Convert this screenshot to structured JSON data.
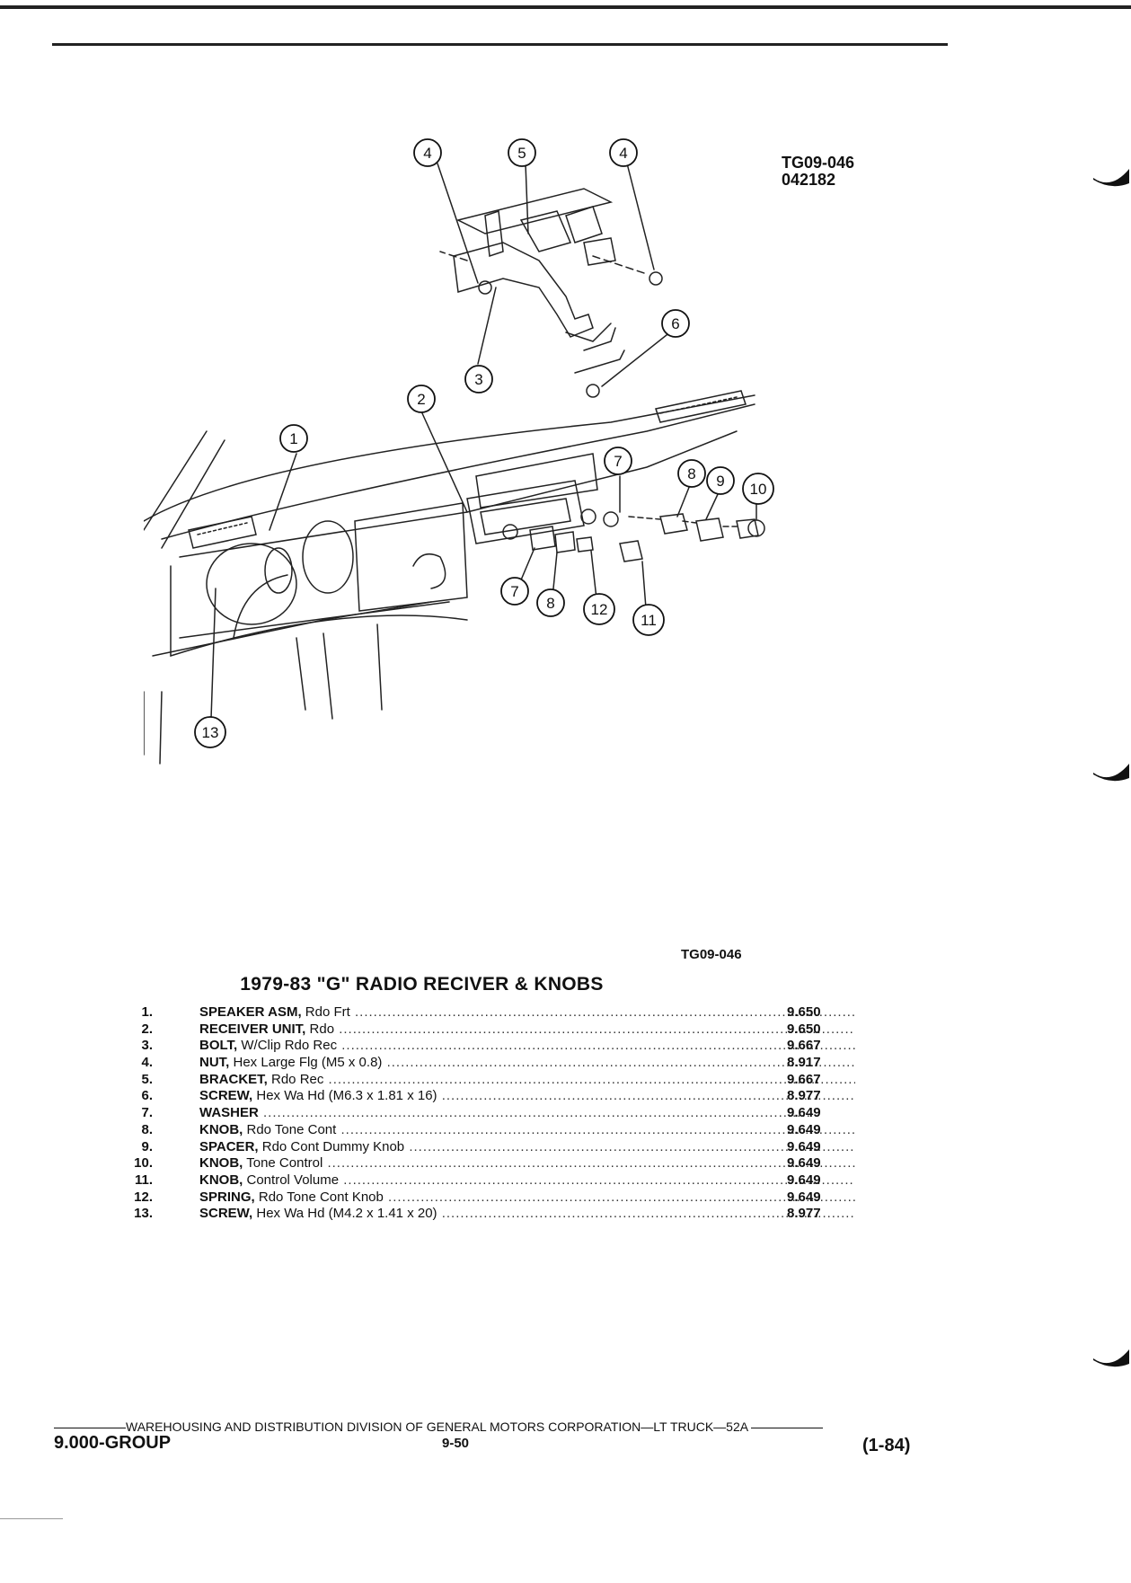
{
  "drawing": {
    "code": "TG09-046",
    "date_code": "042182",
    "callouts": [
      "1",
      "2",
      "3",
      "4",
      "4",
      "5",
      "6",
      "7",
      "7",
      "8",
      "8",
      "9",
      "10",
      "11",
      "12",
      "13"
    ]
  },
  "figure_ref": "TG09-046",
  "title": "1979-83 \"G\" RADIO RECIVER & KNOBS",
  "parts": [
    {
      "num": "1.",
      "name": "SPEAKER ASM,",
      "desc": " Rdo Frt",
      "value": "9.650"
    },
    {
      "num": "2.",
      "name": "RECEIVER UNIT,",
      "desc": " Rdo",
      "value": "9.650"
    },
    {
      "num": "3.",
      "name": "BOLT,",
      "desc": " W/Clip Rdo Rec",
      "value": "9.667"
    },
    {
      "num": "4.",
      "name": "NUT,",
      "desc": " Hex Large Flg (M5 x 0.8)",
      "value": "8.917"
    },
    {
      "num": "5.",
      "name": "BRACKET,",
      "desc": " Rdo Rec",
      "value": "9.667"
    },
    {
      "num": "6.",
      "name": "SCREW,",
      "desc": " Hex Wa Hd (M6.3 x 1.81 x 16)",
      "value": "8.977"
    },
    {
      "num": "7.",
      "name": "WASHER",
      "desc": "",
      "value": "9.649"
    },
    {
      "num": "8.",
      "name": "KNOB,",
      "desc": " Rdo Tone Cont",
      "value": "9.649"
    },
    {
      "num": "9.",
      "name": "SPACER,",
      "desc": " Rdo Cont Dummy Knob",
      "value": "9.649"
    },
    {
      "num": "10.",
      "name": "KNOB,",
      "desc": " Tone Control",
      "value": "9.649"
    },
    {
      "num": "11.",
      "name": "KNOB,",
      "desc": " Control Volume",
      "value": "9.649"
    },
    {
      "num": "12.",
      "name": "SPRING,",
      "desc": " Rdo Tone Cont Knob",
      "value": "9.649"
    },
    {
      "num": "13.",
      "name": "SCREW,",
      "desc": " Hex Wa Hd (M4.2 x 1.41 x 20)",
      "value": "8.977"
    }
  ],
  "footer": {
    "division": "WAREHOUSING AND DISTRIBUTION  DIVISION OF GENERAL MOTORS CORPORATION—LT TRUCK—52A",
    "group": "9.000-GROUP",
    "page": "9-50",
    "date": "(1-84)"
  }
}
